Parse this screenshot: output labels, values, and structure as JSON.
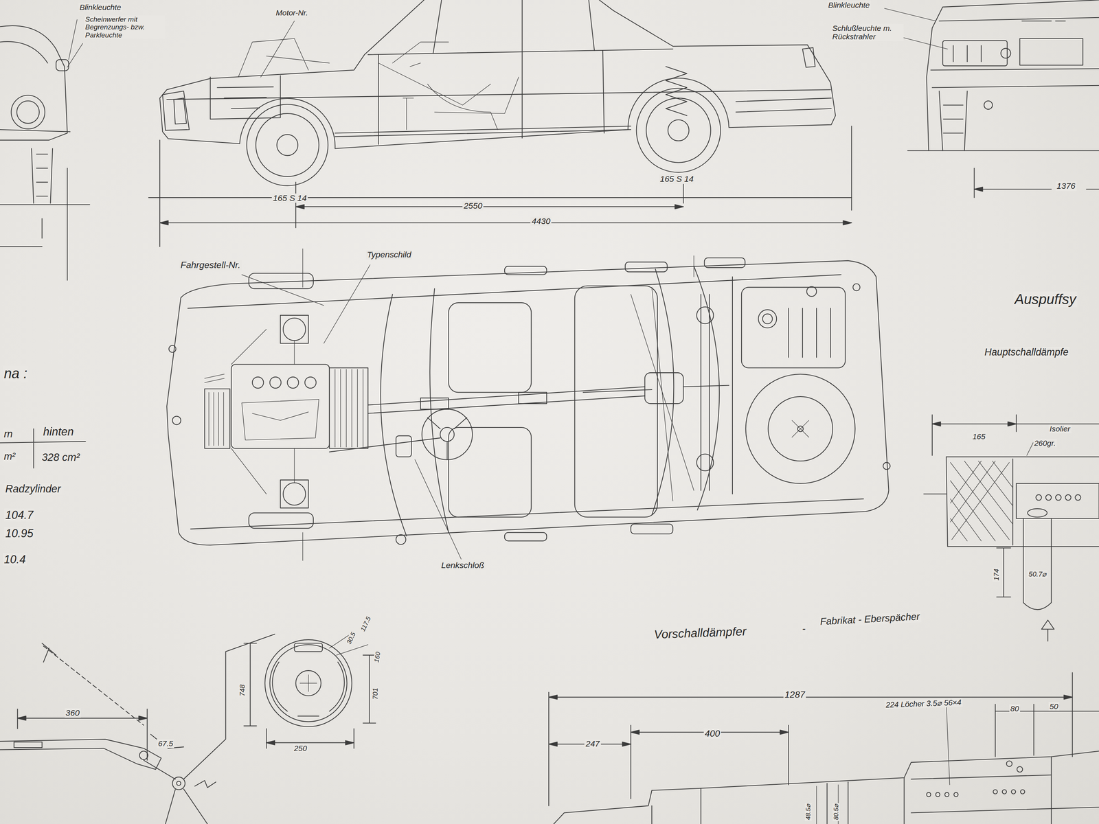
{
  "diagram": {
    "labels": [
      "Blinkleuchte",
      "Scheinwerfer mit Begrenzungs- bzw. Parkleuchte",
      "Motor-Nr.",
      "Blinkleuchte",
      "Schlußleuchte m. Rückstrahler",
      "165 S 14",
      "165 S 14",
      "2550",
      "4430",
      "1376",
      "Fahrgestell-Nr.",
      "Typenschild",
      "Lenkschloß",
      "Auspuffsy",
      "Hauptschalldämpfe",
      "na :",
      "rn",
      "hinten",
      "m²",
      "328 cm²",
      "Radzylinder",
      "104.7",
      "10.95",
      "10.4",
      "165",
      "Isolier",
      "260gr.",
      "174",
      "50.7⌀",
      "Vorschalldämpfer",
      "-",
      "Fabrikat - Eberspächer",
      "1287",
      "224 Löcher 3.5⌀ 56×4",
      "80",
      "50",
      "400",
      "247",
      "360",
      "67.5",
      "250",
      "748",
      "701",
      "117.5",
      "30.5",
      "160",
      "48.5⌀",
      "80.5⌀"
    ]
  }
}
